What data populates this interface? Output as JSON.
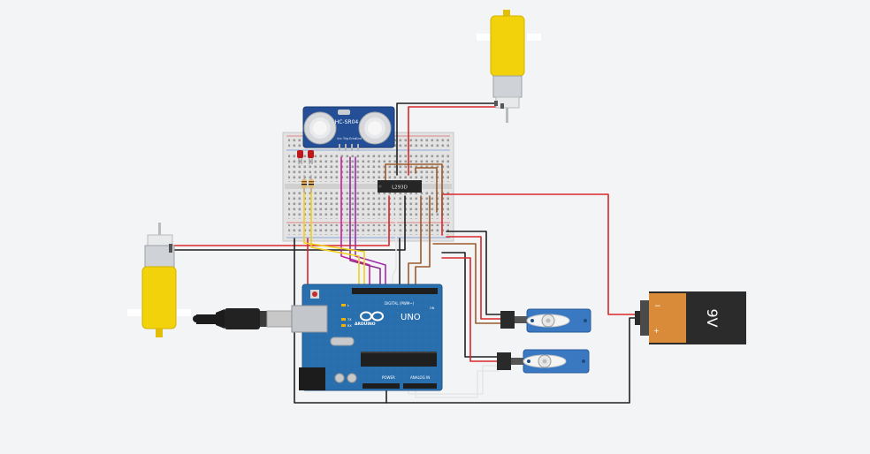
{
  "sensor": {
    "label": "HC-SR04",
    "pins": [
      "Vcc",
      "Trig",
      "Echo",
      "Gnd"
    ]
  },
  "driver": {
    "label": "L293D"
  },
  "arduino": {
    "brand": "ARDUINO",
    "model": "UNO",
    "header_digital": "DIGITAL (PWM~)",
    "header_power": "POWER",
    "header_analog": "ANALOG IN",
    "tx": "TX",
    "rx": "RX",
    "led_l": "L",
    "on": "ON"
  },
  "battery": {
    "label": "9V",
    "minus": "−",
    "plus": "+"
  },
  "colors": {
    "background": "#f2f4f6",
    "wire_red": "#d9262b",
    "wire_black": "#202020",
    "wire_brown": "#9b5a2a",
    "wire_yellow": "#f2cf1e",
    "wire_purple": "#8c2c8c",
    "wire_magenta": "#c81fa0",
    "wire_white": "#e6e6e6",
    "arduino_blue": "#2a6fad",
    "sensor_blue": "#244f96",
    "servo_blue": "#3a79c2",
    "motor_yellow": "#f2d20a",
    "battery_orange": "#d98b3a"
  }
}
